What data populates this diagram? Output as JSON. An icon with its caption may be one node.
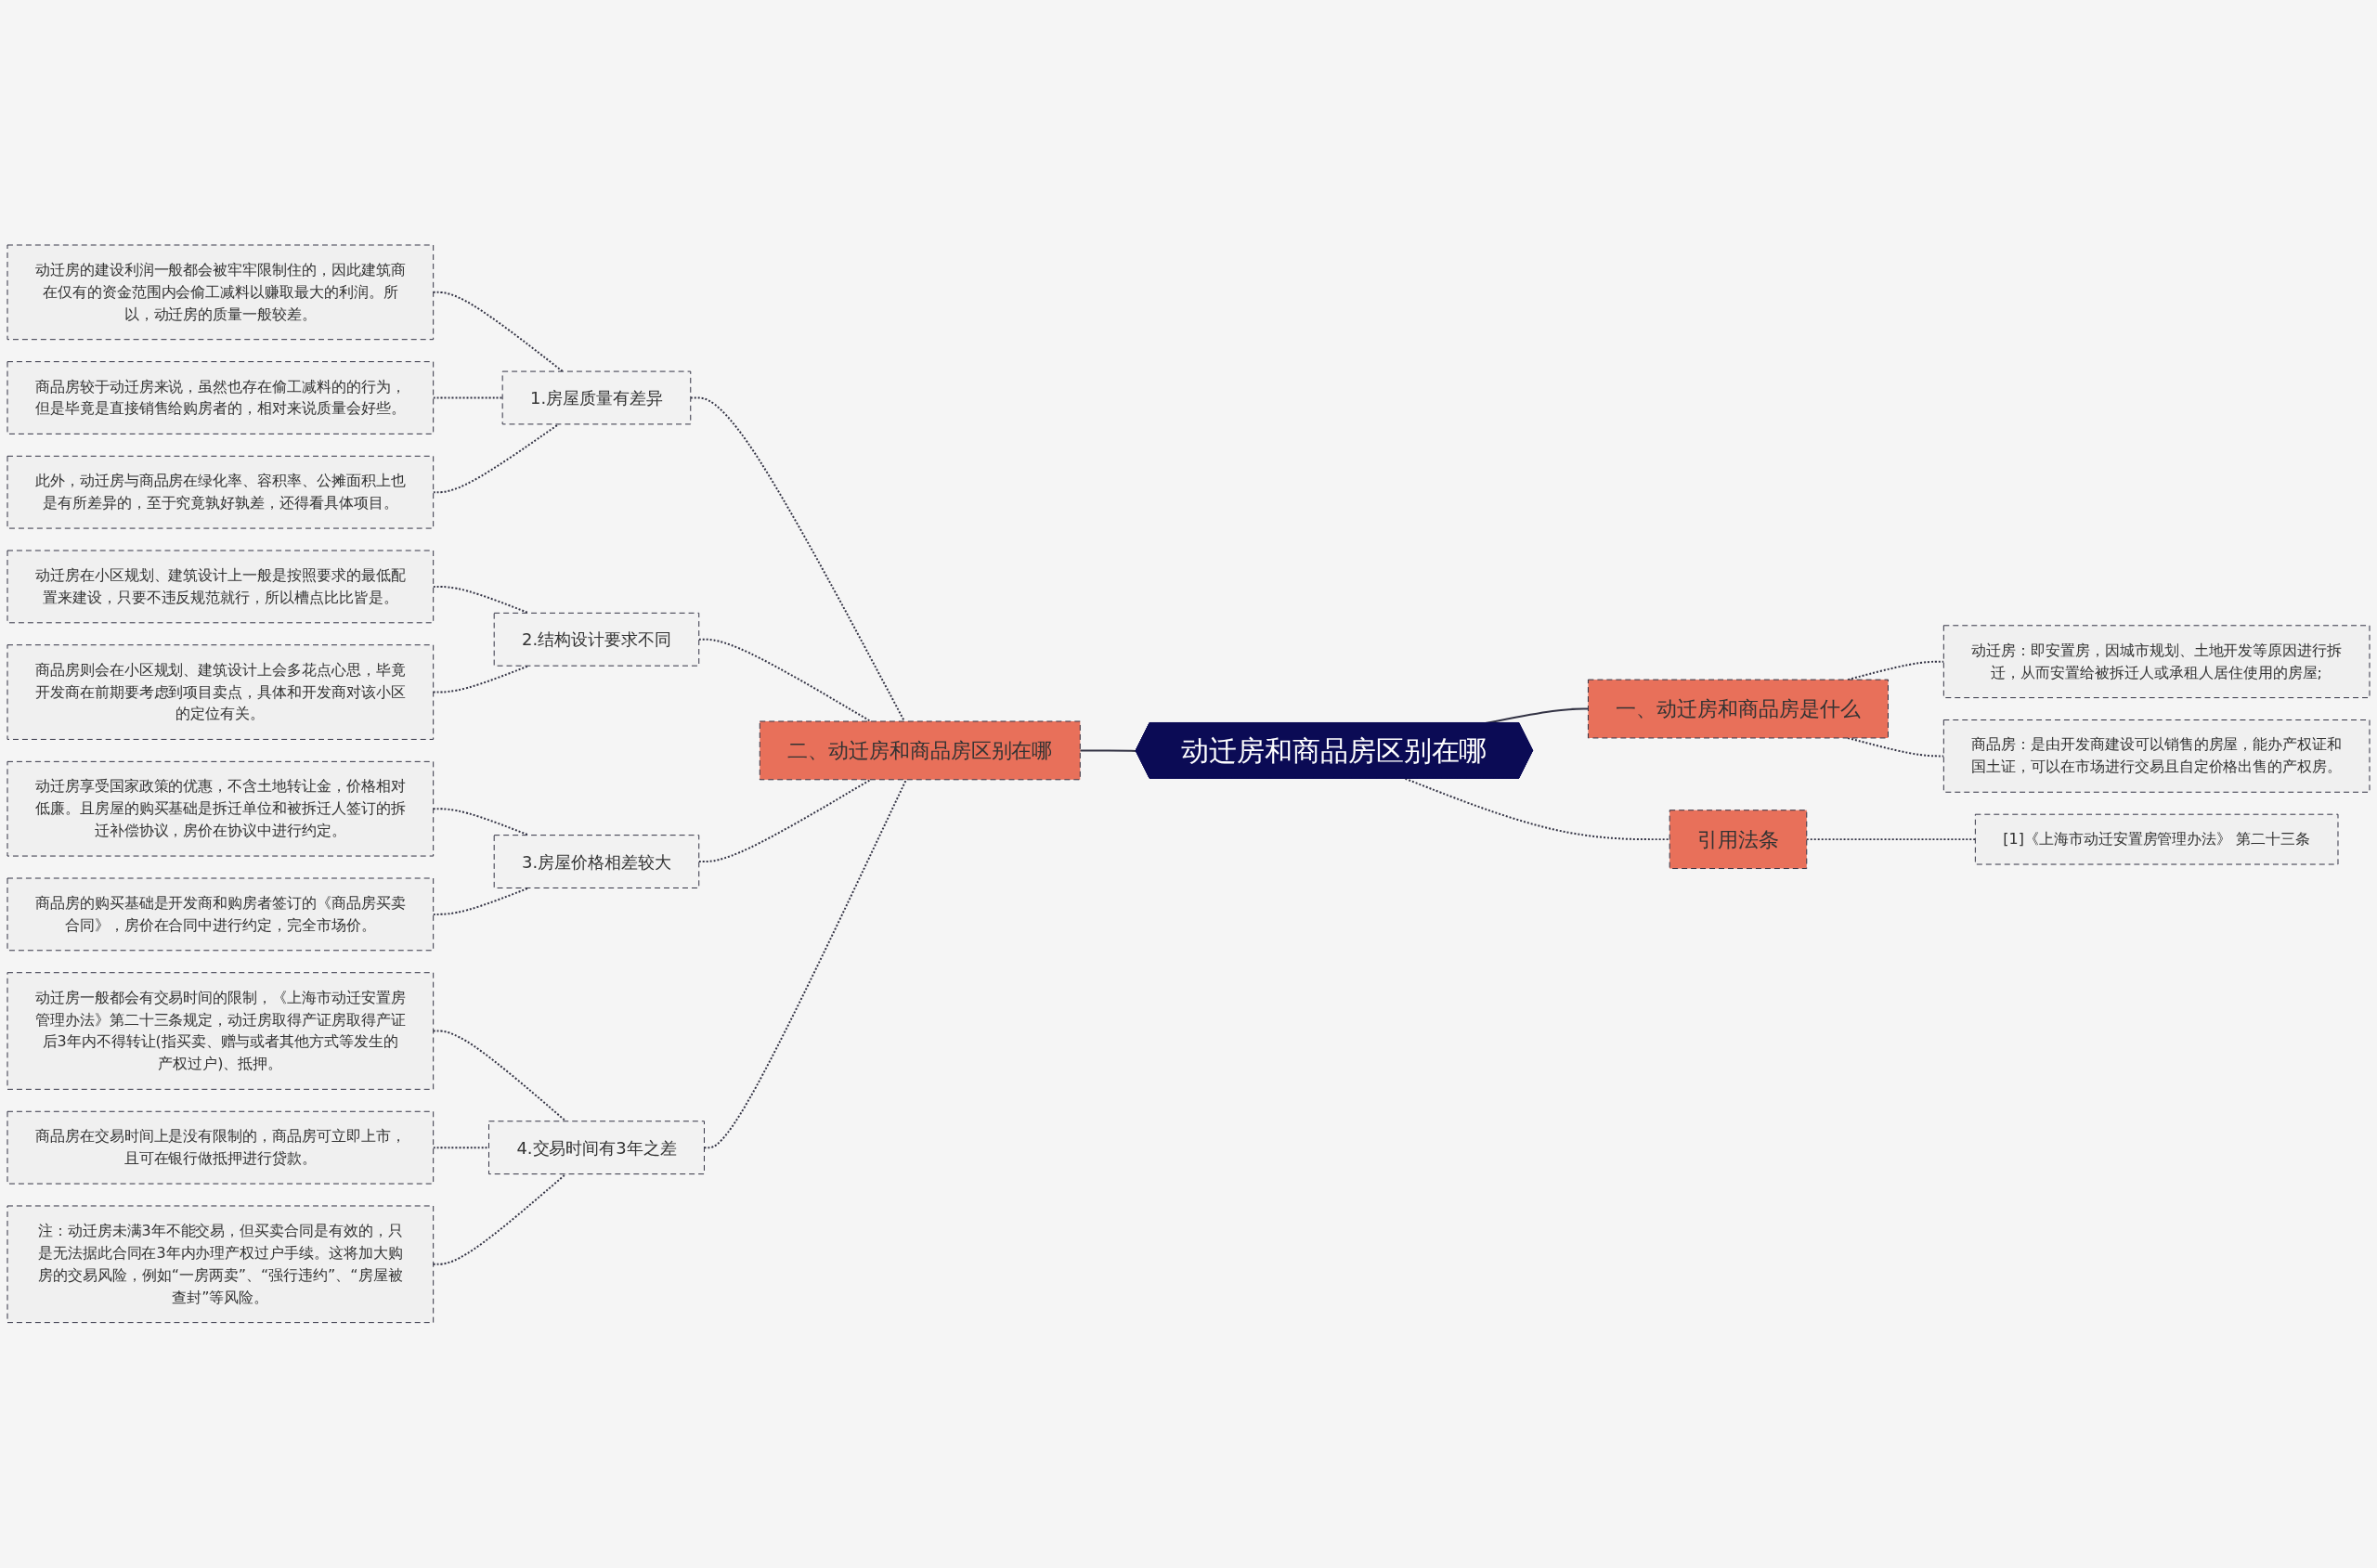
{
  "diagram": {
    "nodes": [
      {
        "text": [
          "动迁房和商品房区别在哪"
        ]
      },
      {
        "text": [
          "一、动迁房和商品房是什么"
        ]
      },
      {
        "text": [
          "动迁房：即安置房，因城市规划、土地开发等原因进行拆迁，从而安置给被拆迁人或承租人居住使用的房屋;"
        ]
      },
      {
        "text": [
          "商品房：是由开发商建设可以销售的房屋，能办产权证和国土证，可以在市场进行交易且自定价格出售的产权房。"
        ]
      },
      {
        "text": [
          "引用法条"
        ]
      },
      {
        "text": [
          "[1]《上海市动迁安置房管理办法》 第二十三条"
        ]
      },
      {
        "text": [
          "二、动迁房和商品房区别在哪"
        ]
      },
      {
        "text": [
          "1.房屋质量有差异"
        ]
      },
      {
        "text": [
          "动迁房的建设利润一般都会被牢牢限制住的，因此建筑商在仅有的资金范围内会偷工减料以赚取最大的利润。所以，动迁房的质量一般较差。"
        ]
      },
      {
        "text": [
          "商品房较于动迁房来说，虽然也存在偷工减料的的行为，但是毕竟是直接销售给购房者的，相对来说质量会好些。"
        ]
      },
      {
        "text": [
          "此外，动迁房与商品房在绿化率、容积率、公摊面积上也是有所差异的，至于究竟孰好孰差，还得看具体项目。"
        ]
      },
      {
        "text": [
          "2.结构设计要求不同"
        ]
      },
      {
        "text": [
          "动迁房在小区规划、建筑设计上一般是按照要求的最低配置来建设，只要不违反规范就行，所以槽点比比皆是。"
        ]
      },
      {
        "text": [
          "商品房则会在小区规划、建筑设计上会多花点心思，毕竟开发商在前期要考虑到项目卖点，具体和开发商对该小区的定位有关。"
        ]
      },
      {
        "text": [
          "3.房屋价格相差较大"
        ]
      },
      {
        "text": [
          "动迁房享受国家政策的优惠，不含土地转让金，价格相对低廉。且房屋的购买基础是拆迁单位和被拆迁人签订的拆迁补偿协议，房价在协议中进行约定。"
        ]
      },
      {
        "text": [
          "商品房的购买基础是开发商和购房者签订的《商品房买卖合同》，房价在合同中进行约定，完全市场价。"
        ]
      },
      {
        "text": [
          "4.交易时间有3年之差"
        ]
      },
      {
        "text": [
          "动迁房一般都会有交易时间的限制，《上海市动迁安置房管理办法》第二十三条规定，动迁房取得产证房取得产证后3年内不得转让(指买卖、赠与或者其他方式等发生的产权过户)、抵押。"
        ]
      },
      {
        "text": [
          "商品房在交易时间上是没有限制的，商品房可立即上市，且可在银行做抵押进行贷款。"
        ]
      },
      {
        "text": [
          "注：动迁房未满3年不能交易，但买卖合同是有效的，只是无法据此合同在3年内办理产权过户手续。这将加大购房的交易风险，例如“一房两卖”、“强行违约”、“房屋被查封”等风险。"
        ]
      }
    ],
    "edges": [
      {
        "from": 0,
        "to": 1,
        "arrow": "none"
      },
      {
        "from": 1,
        "to": 2,
        "arrow": "none",
        "style": "dashed"
      },
      {
        "from": 1,
        "to": 3,
        "arrow": "none",
        "style": "dashed"
      },
      {
        "from": 0,
        "to": 4,
        "arrow": "none",
        "style": "dashed"
      },
      {
        "from": 4,
        "to": 5,
        "arrow": "none",
        "style": "dashed"
      },
      {
        "from": 0,
        "to": 6,
        "arrow": "none"
      },
      {
        "from": 6,
        "to": 7,
        "arrow": "none",
        "style": "dashed"
      },
      {
        "from": 7,
        "to": 8,
        "arrow": "none",
        "style": "dashed"
      },
      {
        "from": 7,
        "to": 9,
        "arrow": "none",
        "style": "dashed"
      },
      {
        "from": 7,
        "to": 10,
        "arrow": "none",
        "style": "dashed"
      },
      {
        "from": 6,
        "to": 11,
        "arrow": "none",
        "style": "dashed"
      },
      {
        "from": 11,
        "to": 12,
        "arrow": "none",
        "style": "dashed"
      },
      {
        "from": 11,
        "to": 13,
        "arrow": "none",
        "style": "dashed"
      },
      {
        "from": 6,
        "to": 14,
        "arrow": "none",
        "style": "dashed"
      },
      {
        "from": 14,
        "to": 15,
        "arrow": "none",
        "style": "dashed"
      },
      {
        "from": 14,
        "to": 16,
        "arrow": "none",
        "style": "dashed"
      },
      {
        "from": 6,
        "to": 17,
        "arrow": "none",
        "style": "dashed"
      },
      {
        "from": 17,
        "to": 18,
        "arrow": "none",
        "style": "dashed"
      },
      {
        "from": 17,
        "to": 19,
        "arrow": "none",
        "style": "dashed"
      },
      {
        "from": 17,
        "to": 20,
        "arrow": "none",
        "style": "dashed"
      }
    ]
  }
}
